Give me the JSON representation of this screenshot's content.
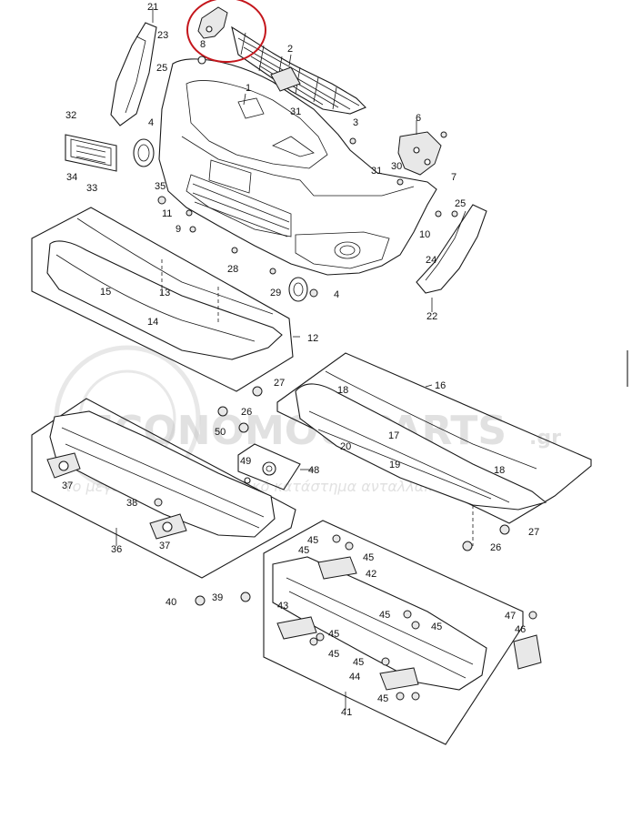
{
  "diagram": {
    "labels": {
      "p1": "1",
      "p2": "2",
      "p3": "3",
      "p4a": "4",
      "p4b": "4",
      "p6": "6",
      "p7": "7",
      "p8": "8",
      "p9": "9",
      "p10": "10",
      "p11": "11",
      "p12": "12",
      "p13": "13",
      "p14": "14",
      "p15": "15",
      "p16": "16",
      "p17": "17",
      "p18a": "18",
      "p18b": "18",
      "p19": "19",
      "p20": "20",
      "p21": "21",
      "p22": "22",
      "p23": "23",
      "p24": "24",
      "p25a": "25",
      "p25b": "25",
      "p26a": "26",
      "p26b": "26",
      "p27a": "27",
      "p27b": "27",
      "p28": "28",
      "p29": "29",
      "p30": "30",
      "p31a": "31",
      "p31b": "31",
      "p32": "32",
      "p33": "33",
      "p34": "34",
      "p35": "35",
      "p36": "36",
      "p37a": "37",
      "p37b": "37",
      "p38": "38",
      "p39": "39",
      "p40": "40",
      "p41": "41",
      "p42": "42",
      "p43": "43",
      "p44": "44",
      "p45a": "45",
      "p45b": "45",
      "p45c": "45",
      "p45d": "45",
      "p45e": "45",
      "p45f": "45",
      "p45g": "45",
      "p45h": "45",
      "p45i": "45",
      "p46": "46",
      "p47": "47",
      "p48": "48",
      "p49": "49",
      "p50": "50"
    },
    "watermark": {
      "brand": "ECONOMOU PARTS",
      "tld": ".gr",
      "tagline": "το μεγαλύτερο ηλεκτρονικό κατάστημα ανταλλακτικών"
    },
    "highlight_color": "#c4161c"
  }
}
